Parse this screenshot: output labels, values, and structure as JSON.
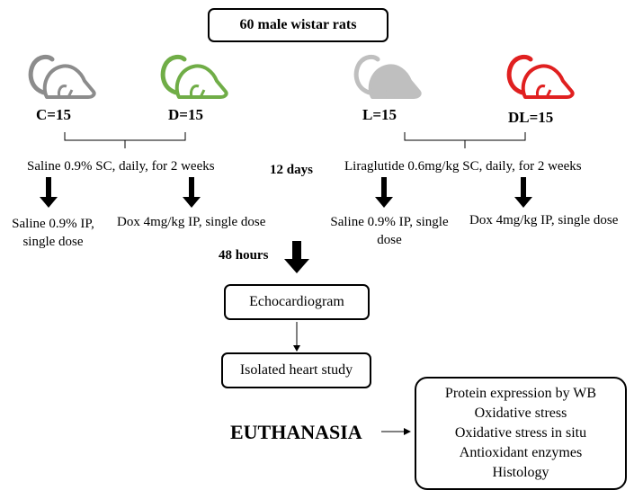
{
  "title": "60 male wistar rats",
  "groups": [
    {
      "label": "C=15",
      "color": "#8c8c8c",
      "fill": "#ffffff"
    },
    {
      "label": "D=15",
      "color": "#70ad47",
      "fill": "#ffffff"
    },
    {
      "label": "L=15",
      "color": "#bfbfbf",
      "fill": "#bfbfbf"
    },
    {
      "label": "DL=15",
      "color": "#e02020",
      "fill": "#ffffff"
    }
  ],
  "pretreatment": {
    "left": "Saline 0.9% SC, daily, for 2 weeks",
    "right": "Liraglutide 0.6mg/kg SC, daily, for 2 weeks",
    "duration": "12 days"
  },
  "treatments": {
    "c_line1": "Saline 0.9% IP,",
    "c_line2": "single dose",
    "d": "Dox 4mg/kg IP, single dose",
    "l_line1": "Saline 0.9% IP, single",
    "l_line2": "dose",
    "dl": "Dox 4mg/kg IP, single dose"
  },
  "delay": "48 hours",
  "steps": {
    "echo": "Echocardiogram",
    "isolated": "Isolated heart study"
  },
  "euthanasia": "EUTHANASIA",
  "outcomes": [
    "Protein expression by WB",
    "Oxidative stress",
    "Oxidative stress in situ",
    "Antioxidant enzymes",
    "Histology"
  ]
}
